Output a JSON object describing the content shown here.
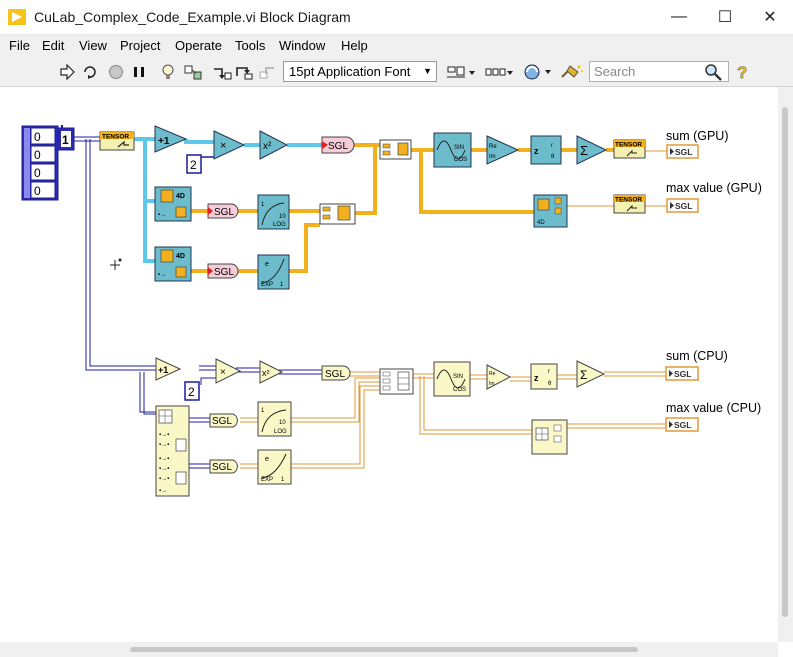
{
  "window": {
    "title": "CuLab_Complex_Code_Example.vi Block Diagram",
    "minimize": "—",
    "maximize": "☐",
    "close": "✕"
  },
  "menu": [
    "File",
    "Edit",
    "View",
    "Project",
    "Operate",
    "Tools",
    "Window",
    "Help"
  ],
  "toolbar": {
    "font": "15pt Application Font",
    "search_placeholder": "Search",
    "icons": [
      "run-arrow-icon",
      "run-continuously-icon",
      "abort-icon",
      "pause-icon",
      "highlight-execution-icon",
      "retain-wire-values-icon",
      "step-into-icon",
      "step-over-icon",
      "step-out-icon",
      "align-icon",
      "distribute-icon",
      "reorder-icon",
      "cleanup-icon",
      "search-icon",
      "help-icon"
    ]
  },
  "diagram": {
    "array_values": [
      "0",
      "0",
      "0",
      "0"
    ],
    "array_index": "1",
    "tensor_label": "TENSOR",
    "const_gpu": "2",
    "const_cpu": "2",
    "sgl": "SGL",
    "plus_one": "+1",
    "times": "×",
    "square": "x²",
    "fourD": "4D",
    "sin": "SIN",
    "cos": "COS",
    "log": "LOG",
    "log_base": "10",
    "exp": "EXP",
    "exp_base": "e",
    "one": "1",
    "sum_gpu": "sum (GPU)",
    "max_gpu": "max value (GPU)",
    "sum_cpu": "sum (CPU)",
    "max_cpu": "max value (CPU)"
  }
}
